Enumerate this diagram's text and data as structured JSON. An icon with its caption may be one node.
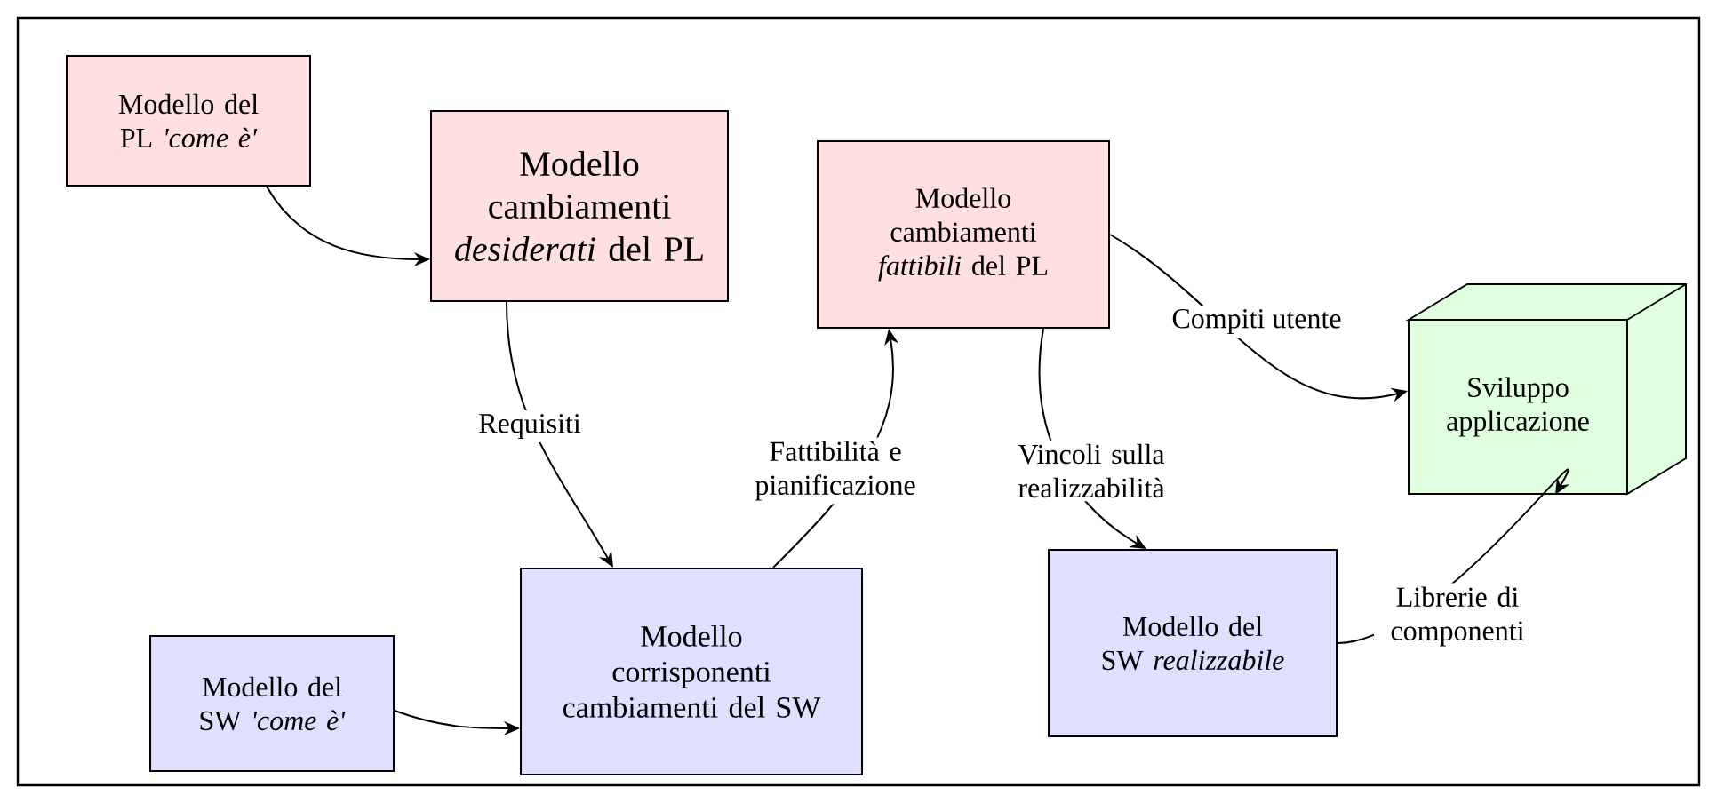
{
  "diagram": {
    "nodes": [
      {
        "text": [
          "Modello del PL *'come è'*"
        ]
      },
      {
        "text": [
          "Modello cambiamenti *desiderati* del PL"
        ]
      },
      {
        "text": [
          "Modello cambiamenti *fattibili* del PL"
        ]
      },
      {
        "text": [
          "Sviluppo applicazione"
        ]
      },
      {
        "text": [
          "Modello del SW *'come è'*"
        ]
      },
      {
        "text": [
          "Modello corrisponenti cambiamenti del SW"
        ]
      },
      {
        "text": [
          "Modello del SW *realizzabile*"
        ]
      }
    ],
    "edges": [
      {
        "from": 0,
        "to": 1,
        "arrow": "to"
      },
      {
        "from": 1,
        "to": 5,
        "arrow": "to",
        "label": "Requisiti"
      },
      {
        "from": 5,
        "to": 2,
        "arrow": "to",
        "label": "Fattibilità e pianificazione"
      },
      {
        "from": 2,
        "to": 6,
        "arrow": "to",
        "label": "Vincoli sulla realizzabilità"
      },
      {
        "from": 2,
        "to": 3,
        "arrow": "to",
        "label": "Compiti utente"
      },
      {
        "from": 4,
        "to": 5,
        "arrow": "to"
      },
      {
        "from": 6,
        "to": 3,
        "arrow": "to",
        "label": "Librerie di componenti"
      }
    ]
  }
}
